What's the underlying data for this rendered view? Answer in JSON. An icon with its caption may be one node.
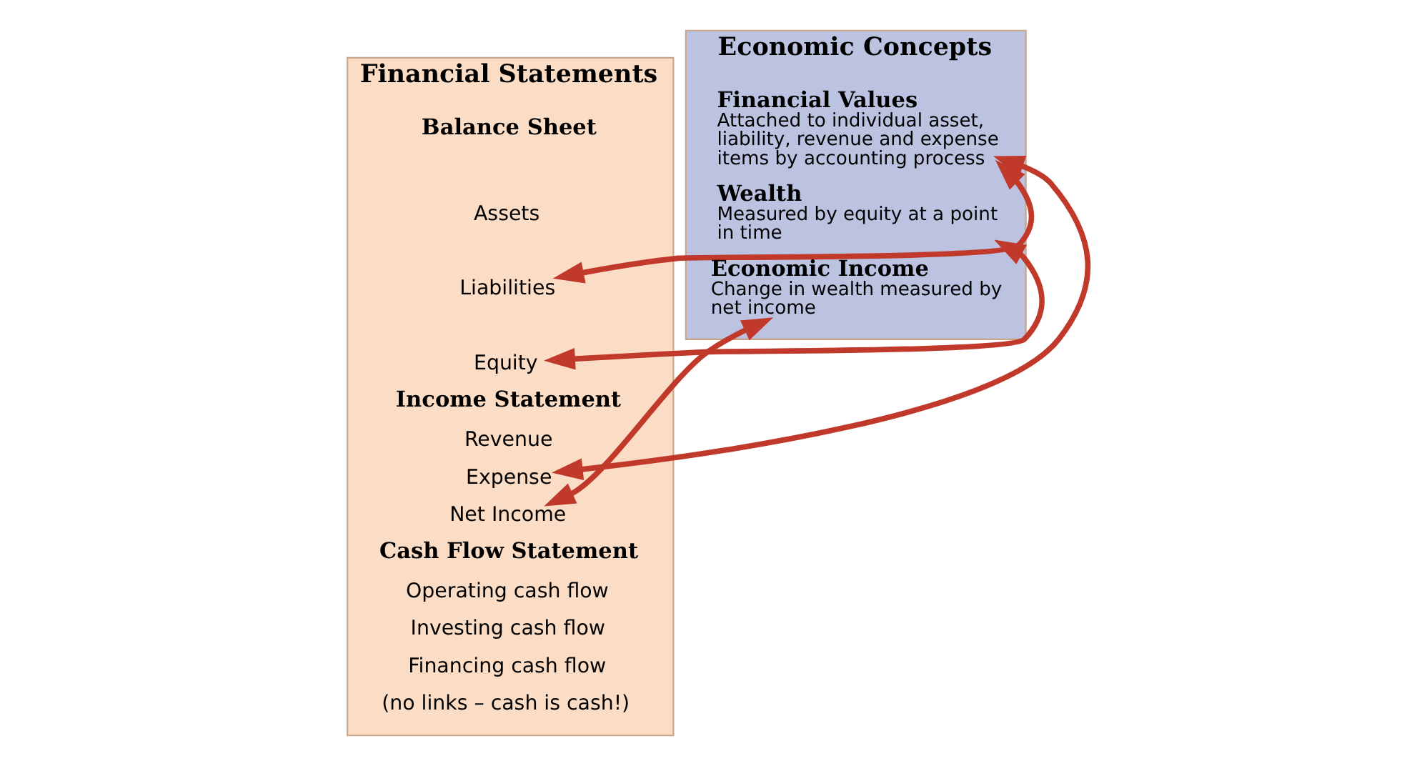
{
  "diagram": {
    "nodes": [
      {
        "text": [
          "Financial Statements"
        ]
      },
      {
        "text": [
          "Balance Sheet"
        ],
        "in": 0
      },
      {
        "text": [
          "Assets"
        ],
        "in": 0
      },
      {
        "text": [
          "Liabilities"
        ],
        "in": 0
      },
      {
        "text": [
          "Equity"
        ],
        "in": 0
      },
      {
        "text": [
          "Income Statement"
        ],
        "in": 0
      },
      {
        "text": [
          "Revenue"
        ],
        "in": 0
      },
      {
        "text": [
          "Expense"
        ],
        "in": 0
      },
      {
        "text": [
          "Net Income"
        ],
        "in": 0
      },
      {
        "text": [
          "Cash Flow Statement"
        ],
        "in": 0
      },
      {
        "text": [
          "Operating cash flow"
        ],
        "in": 0
      },
      {
        "text": [
          "Investing cash flow"
        ],
        "in": 0
      },
      {
        "text": [
          "Financing cash flow"
        ],
        "in": 0
      },
      {
        "text": [
          "(no links – cash is cash!)"
        ],
        "in": 0
      },
      {
        "text": [
          "Economic Concepts"
        ]
      },
      {
        "text": [
          "Financial Values",
          "Attached to individual asset, liability, revenue and expense items by accounting process"
        ],
        "in": 14
      },
      {
        "text": [
          "Wealth",
          "Measured by equity at a point in time"
        ],
        "in": 14
      },
      {
        "text": [
          "Economic Income",
          "Change in wealth measured by net income"
        ],
        "in": 14
      }
    ],
    "edges": [
      {
        "from": 3,
        "to": 15,
        "arrow": "both"
      },
      {
        "from": 4,
        "to": 16,
        "arrow": "both"
      },
      {
        "from": 7,
        "to": 15,
        "arrow": "both"
      },
      {
        "from": 8,
        "to": 17,
        "arrow": "both"
      }
    ]
  }
}
